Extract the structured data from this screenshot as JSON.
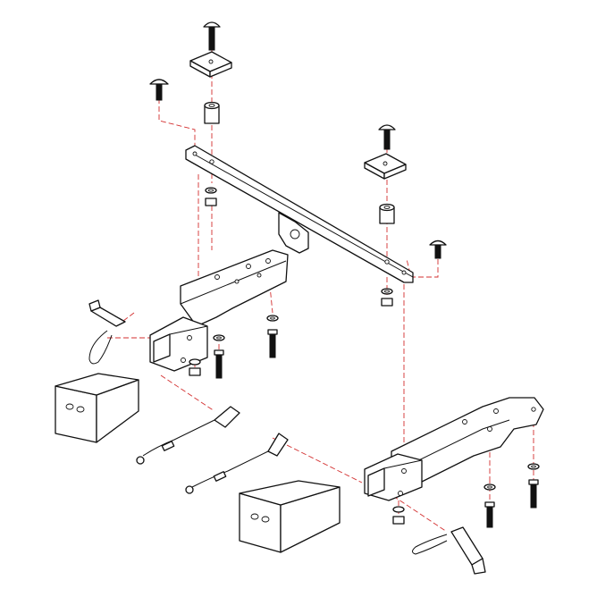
{
  "diagram": {
    "colors": {
      "line": "#111111",
      "guide": "#d32f2f",
      "background": "#ffffff"
    },
    "parts": [
      "crossbar",
      "left-hitch-bracket",
      "right-hitch-bracket",
      "carriage-bolt",
      "square-washer",
      "spacer-tube",
      "hex-bolt",
      "flat-washer",
      "hex-nut",
      "hitch-pin",
      "hitch-clip",
      "safety-cable",
      "hitch-receiver-insert"
    ]
  }
}
